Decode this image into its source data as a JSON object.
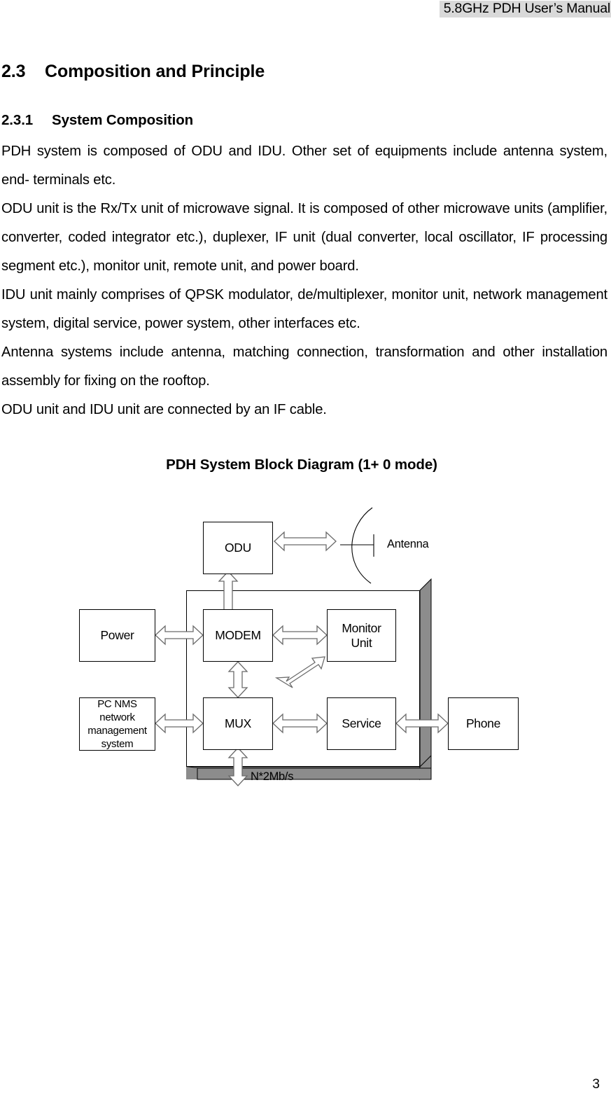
{
  "header": {
    "title": "5.8GHz PDH User’s Manual"
  },
  "headings": {
    "section_number": "2.3",
    "section_title": "Composition and Principle",
    "subsection_number": "2.3.1",
    "subsection_title": "System Composition"
  },
  "body": {
    "paragraphs": [
      "PDH system is composed of ODU and IDU. Other set of equipments include antenna system, end- terminals etc.",
      "ODU unit is the Rx/Tx unit of microwave signal. It is composed of other microwave units (amplifier, converter, coded integrator etc.), duplexer, IF unit (dual converter, local oscillator, IF processing segment etc.), monitor unit, remote unit, and power board.",
      "IDU unit mainly comprises of QPSK modulator, de/multiplexer, monitor unit, network management system, digital service, power system, other interfaces etc.",
      "Antenna systems include antenna, matching connection, transformation and other installation assembly for fixing on the rooftop.",
      "ODU unit and IDU unit are connected by an IF cable."
    ]
  },
  "figure": {
    "title": "PDH System Block Diagram (1+ 0 mode)",
    "nodes": {
      "odu": "ODU",
      "power": "Power",
      "modem": "MODEM",
      "monitor_unit_line1": "Monitor",
      "monitor_unit_line2": "Unit",
      "pc_nms_line1": "PC NMS",
      "pc_nms_line2": "network",
      "pc_nms_line3": "management",
      "pc_nms_line4": "system",
      "mux": "MUX",
      "service": "Service",
      "phone": "Phone"
    },
    "labels": {
      "antenna": "Antenna",
      "tributary_rate": "N*2Mb/s"
    },
    "colors": {
      "line": "#000000",
      "arrow_stroke": "#6b6b6b",
      "shadow": "#8c8c8c",
      "box_fill": "#ffffff"
    }
  },
  "footer": {
    "page_number": "3"
  }
}
